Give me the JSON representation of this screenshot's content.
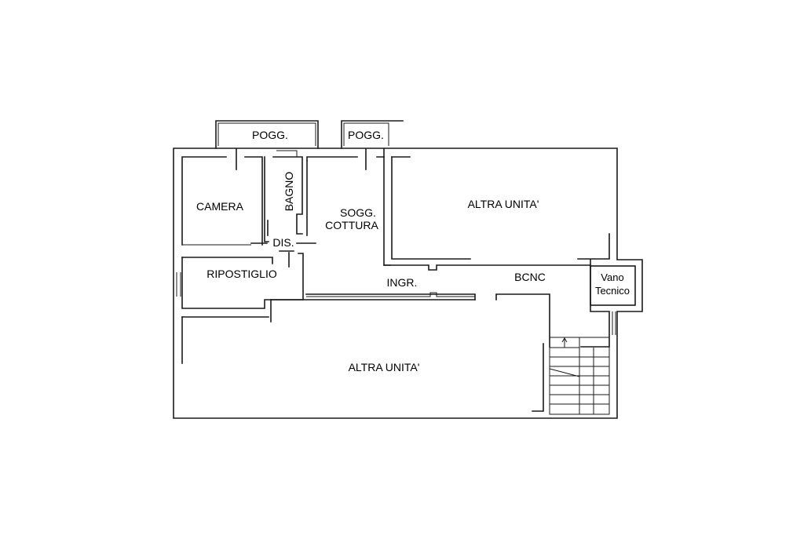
{
  "rooms": {
    "pogg_left": "POGG.",
    "pogg_right": "POGG.",
    "camera": "CAMERA",
    "bagno": "BAGNO",
    "sogg_line1": "SOGG.",
    "sogg_line2": "COTTURA",
    "dis": "DIS.",
    "ripostiglio": "RIPOSTIGLIO",
    "ingr": "INGR.",
    "bcnc": "BCNC",
    "vano_line1": "Vano",
    "vano_line2": "Tecnico",
    "altra_unita_top": "ALTRA UNITA'",
    "altra_unita_bottom": "ALTRA UNITA'"
  }
}
